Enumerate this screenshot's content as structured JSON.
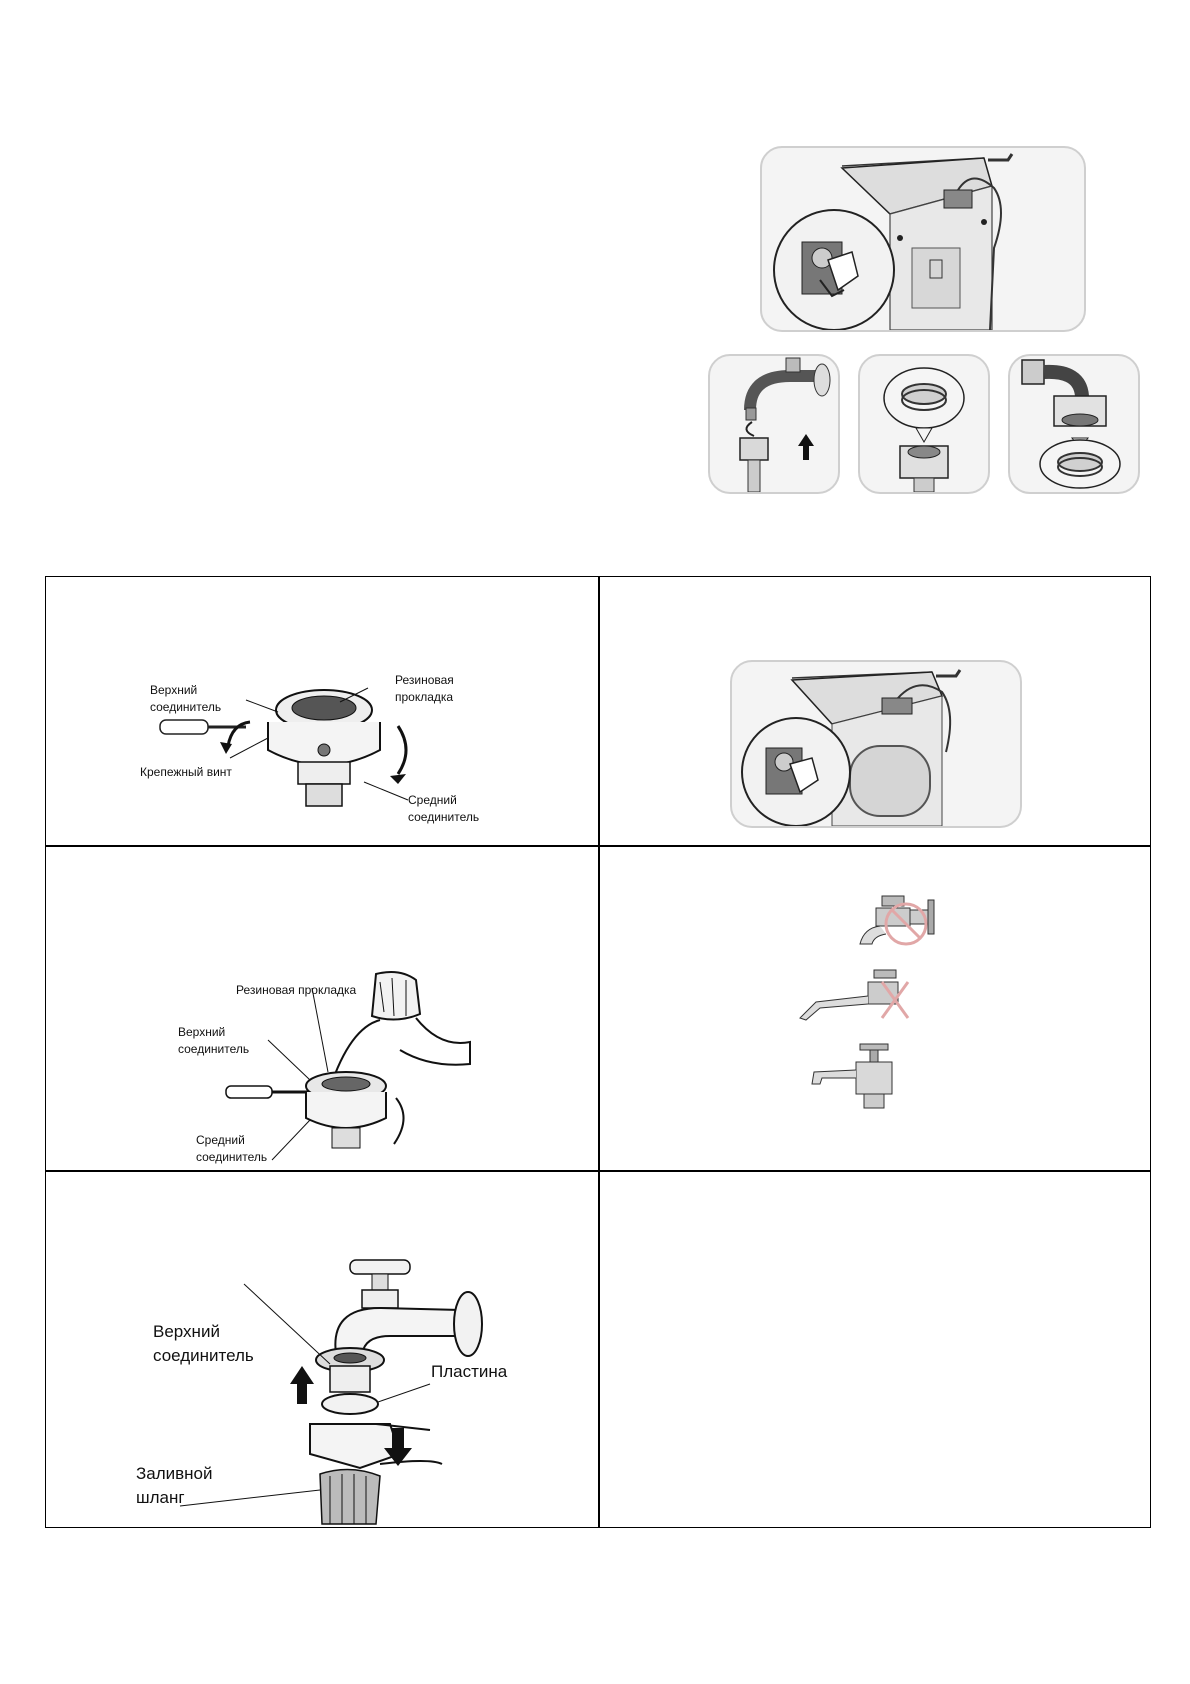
{
  "page": {
    "background": "#ffffff",
    "border_color": "#000000"
  },
  "top_figures": {
    "washer_back_view": {
      "icon": "washer-water-inlet-icon"
    },
    "steps": [
      {
        "icon": "tap-screw-hose-icon"
      },
      {
        "icon": "rubber-washer-insert-icon"
      },
      {
        "icon": "hose-elbow-washer-icon"
      }
    ]
  },
  "table": {
    "rows": [
      {
        "left": {
          "figure": "connector-with-screwdriver",
          "labels": {
            "upper_connector": "Верхний\nсоединитель",
            "rubber_gasket": "Резиновая\nпрокладка",
            "fixing_screw": "Крепежный винт",
            "middle_connector": "Средний\nсоединитель"
          }
        },
        "right": {
          "figure": "washer-back-inlet"
        }
      },
      {
        "left": {
          "figure": "connector-on-tap",
          "labels": {
            "rubber_gasket": "Резиновая прокладка",
            "upper_connector": "Верхний\nсоединитель",
            "middle_connector": "Средний\nсоединитель"
          }
        },
        "right": {
          "figure": "tap-types",
          "items": [
            "tap-crossed-icon",
            "long-spout-tap-crossed-icon",
            "square-tap-ok-icon"
          ]
        }
      },
      {
        "left": {
          "figure": "hose-to-tap",
          "labels": {
            "upper_connector": "Верхний\nсоединитель",
            "plate": "Пластина",
            "inlet_hose": "Заливной\nшланг"
          }
        },
        "right": {
          "figure": "empty"
        }
      }
    ]
  }
}
